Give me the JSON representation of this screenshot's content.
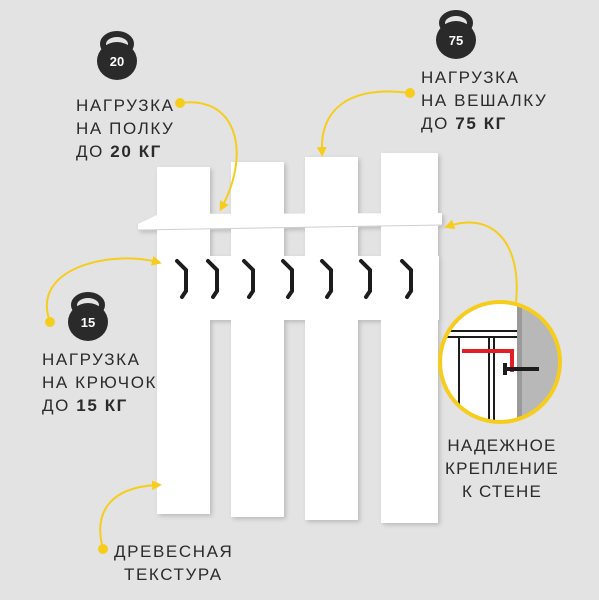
{
  "shelf_load": {
    "line1": "НАГРУЗКА",
    "line2": "НА ПОЛКУ",
    "line3_prefix": "ДО ",
    "line3_value": "20 КГ",
    "weight": "20"
  },
  "hanger_load": {
    "line1": "НАГРУЗКА",
    "line2": "НА ВЕШАЛКУ",
    "line3_prefix": "ДО ",
    "line3_value": "75 КГ",
    "weight": "75"
  },
  "hook_load": {
    "line1": "НАГРУЗКА",
    "line2": "НА КРЮЧОК",
    "line3_prefix": "ДО ",
    "line3_value": "15 КГ",
    "weight": "15"
  },
  "mount": {
    "line1": "НАДЕЖНОЕ",
    "line2": "КРЕПЛЕНИЕ",
    "line3": "К СТЕНЕ"
  },
  "texture": {
    "line1": "ДРЕВЕСНАЯ",
    "line2": "ТЕКСТУРА"
  },
  "colors": {
    "background": "#e3e3e3",
    "panel": "#ffffff",
    "accent": "#f6cd1d",
    "hook": "#1c1c1c",
    "kettlebell": "#2a2a2a",
    "bracket": "#e31e24"
  }
}
